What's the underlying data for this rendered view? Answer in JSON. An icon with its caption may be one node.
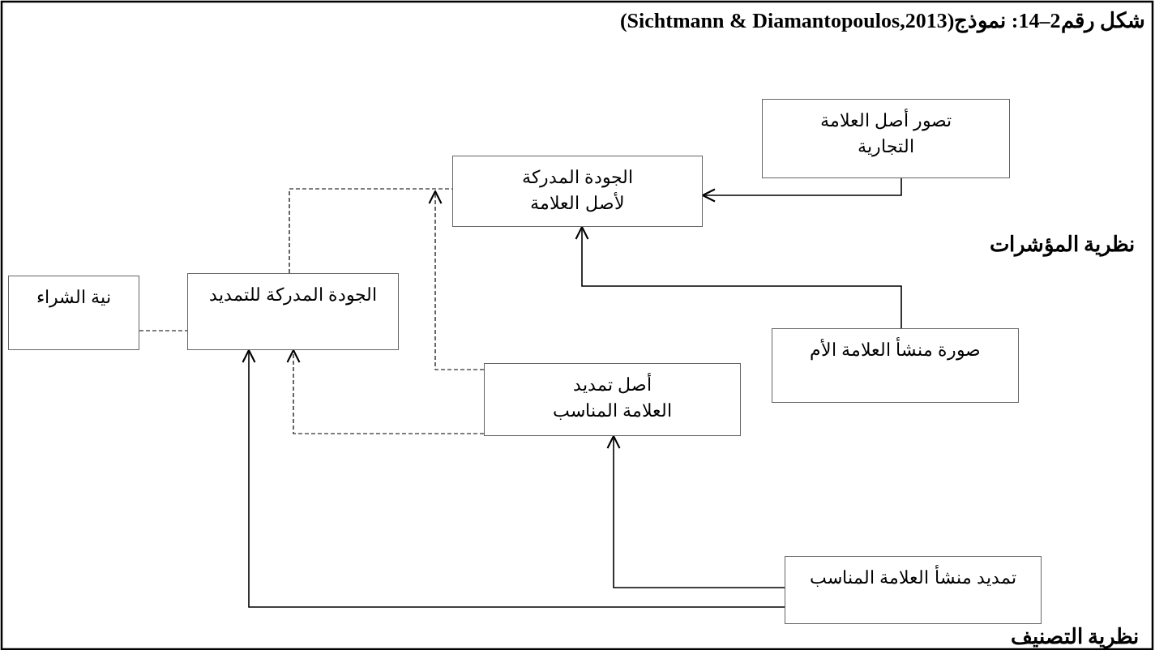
{
  "diagram": {
    "title": "شكل رقم2–14: نموذج(Sichtmann & Diamantopoulos,2013)",
    "nodes": [
      {
        "text": [
          "تصور أصل العلامة التجارية"
        ]
      },
      {
        "text": [
          "الجودة المدركة لأصل العلامة"
        ]
      },
      {
        "text": [
          "نية الشراء"
        ]
      },
      {
        "text": [
          "الجودة المدركة للتمديد"
        ]
      },
      {
        "text": [
          "صورة منشأ العلامة الأم"
        ]
      },
      {
        "text": [
          "أصل تمديد العلامة المناسب"
        ]
      },
      {
        "text": [
          "تمديد منشأ العلامة المناسب"
        ]
      }
    ],
    "edges": [
      {
        "from": 0,
        "to": 1,
        "arrow": "to"
      },
      {
        "from": 4,
        "to": 1,
        "arrow": "to"
      },
      {
        "from": 3,
        "to": 1,
        "arrow": "none",
        "style": "dashed"
      },
      {
        "from": 5,
        "to": 1,
        "arrow": "to",
        "style": "dashed"
      },
      {
        "from": 5,
        "to": 3,
        "arrow": "to",
        "style": "dashed"
      },
      {
        "from": 2,
        "to": 3,
        "arrow": "none",
        "style": "dashed"
      },
      {
        "from": 6,
        "to": 5,
        "arrow": "to"
      },
      {
        "from": 6,
        "to": 3,
        "arrow": "to"
      }
    ],
    "labels": [
      "نظرية المؤشرات",
      "نظرية التصنيف"
    ]
  }
}
